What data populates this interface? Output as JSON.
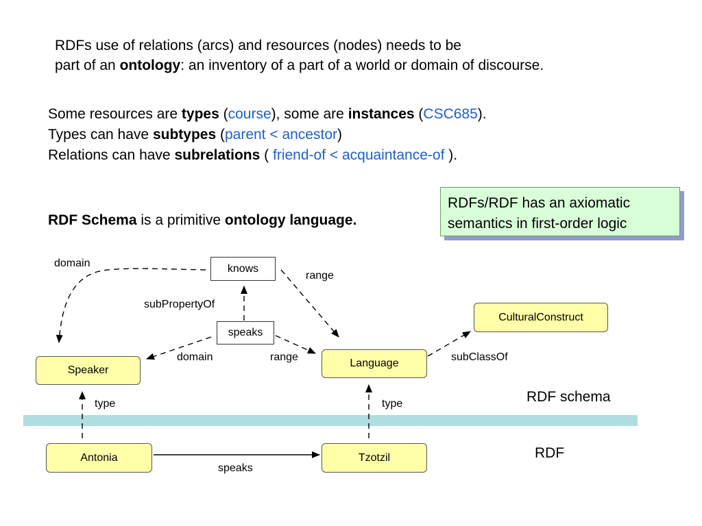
{
  "intro": {
    "line1": "RDFs use of relations (arcs) and resources (nodes) needs to be",
    "line2_pre": "part of an ",
    "line2_bold": "ontology",
    "line2_post": ": an inventory of a part of a world or domain of discourse."
  },
  "concepts": {
    "l1_a": "Some resources are ",
    "l1_types": "types",
    "l1_b": " (",
    "l1_course": "course",
    "l1_c": "), some are ",
    "l1_instances": "instances",
    "l1_d": " (",
    "l1_csc": "CSC685",
    "l1_e": ").",
    "l2_a": "Types can have ",
    "l2_subtypes": "subtypes",
    "l2_b": " (",
    "l2_example": "parent < ancestor",
    "l2_c": ")",
    "l3_a": "Relations can have ",
    "l3_subrelations": "subrelations",
    "l3_b": " ( ",
    "l3_example": "friend-of < acquaintance-of",
    "l3_c": " )."
  },
  "schema": {
    "bold1": "RDF Schema",
    "mid": " is a primitive ",
    "bold2": "ontology language."
  },
  "callout": {
    "line1": "RDFs/RDF has an axiomatic",
    "line2": "semantics in first-order logic"
  },
  "diagram": {
    "nodes": {
      "knows": "knows",
      "speaks": "speaks",
      "speaker": "Speaker",
      "language": "Language",
      "cultural": "CulturalConstruct",
      "antonia": "Antonia",
      "tzotzil": "Tzotzil"
    },
    "edges": {
      "knows_domain": "domain",
      "knows_range": "range",
      "subproperty": "subPropertyOf",
      "speaks_domain": "domain",
      "speaks_range": "range",
      "subclass": "subClassOf",
      "type_antonia": "type",
      "type_tzotzil": "type",
      "speaks_instance": "speaks"
    },
    "layers": {
      "schema": "RDF schema",
      "rdf": "RDF"
    }
  },
  "colors": {
    "class_fill": "#ffffaa",
    "divider": "#b0dde0",
    "link_text": "#1f5fc6",
    "callout_fill": "#d9ffd9",
    "callout_shadow": "#8f9ccd"
  }
}
